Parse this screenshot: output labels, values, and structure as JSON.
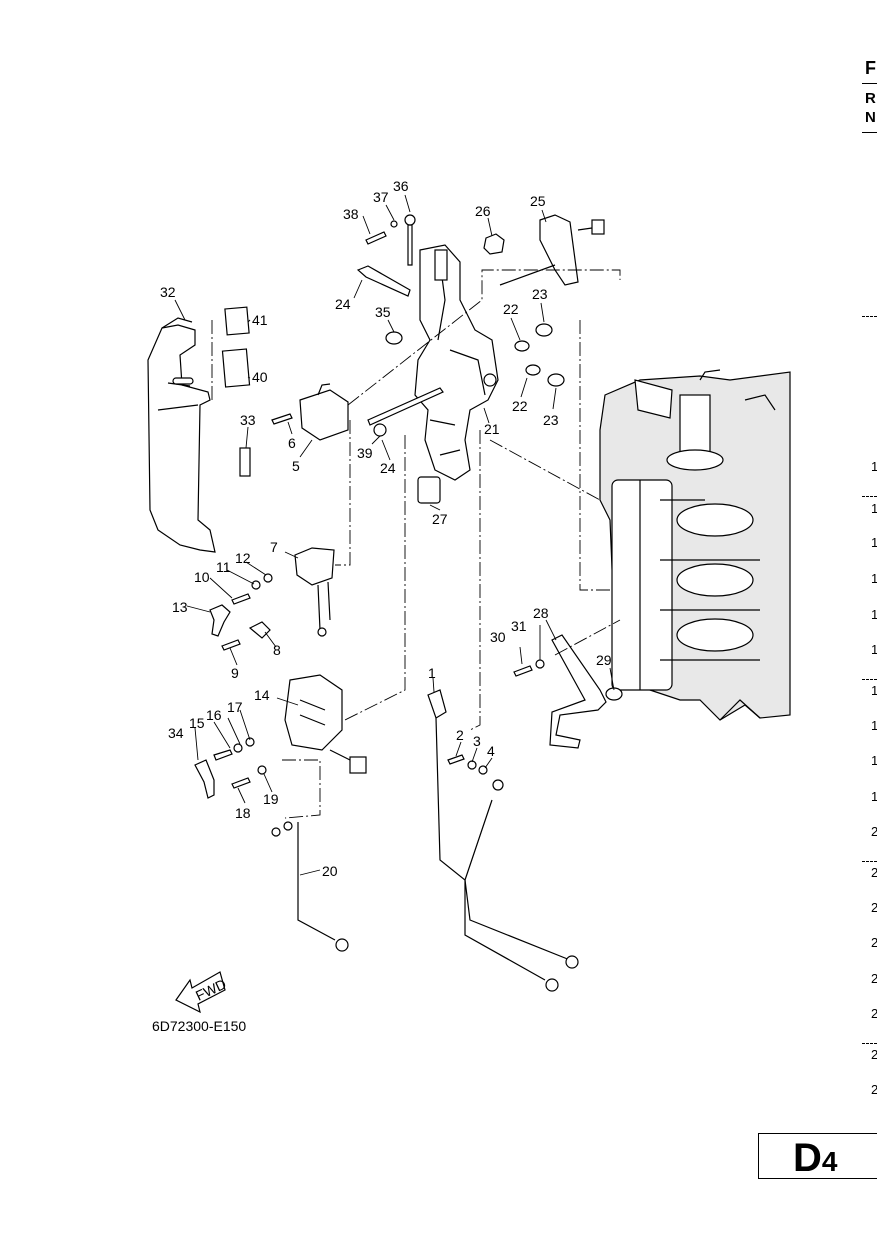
{
  "header_letters": [
    "F",
    "R",
    "N"
  ],
  "side_column_numbers": [
    "1",
    "1",
    "1",
    "1",
    "1",
    "1",
    "1",
    "1",
    "1",
    "1",
    "2",
    "2",
    "2",
    "2",
    "2",
    "2",
    "2",
    "2"
  ],
  "callouts": [
    "1",
    "2",
    "3",
    "4",
    "5",
    "6",
    "7",
    "8",
    "9",
    "10",
    "11",
    "12",
    "13",
    "14",
    "15",
    "16",
    "17",
    "18",
    "19",
    "20",
    "21",
    "22",
    "22",
    "23",
    "23",
    "24",
    "24",
    "25",
    "26",
    "27",
    "28",
    "29",
    "30",
    "31",
    "32",
    "33",
    "34",
    "35",
    "36",
    "37",
    "38",
    "39",
    "40",
    "41"
  ],
  "fwd_label": "FWD",
  "diagram_code": "6D72300-E150",
  "page_label": {
    "letter": "D",
    "number": "4"
  }
}
